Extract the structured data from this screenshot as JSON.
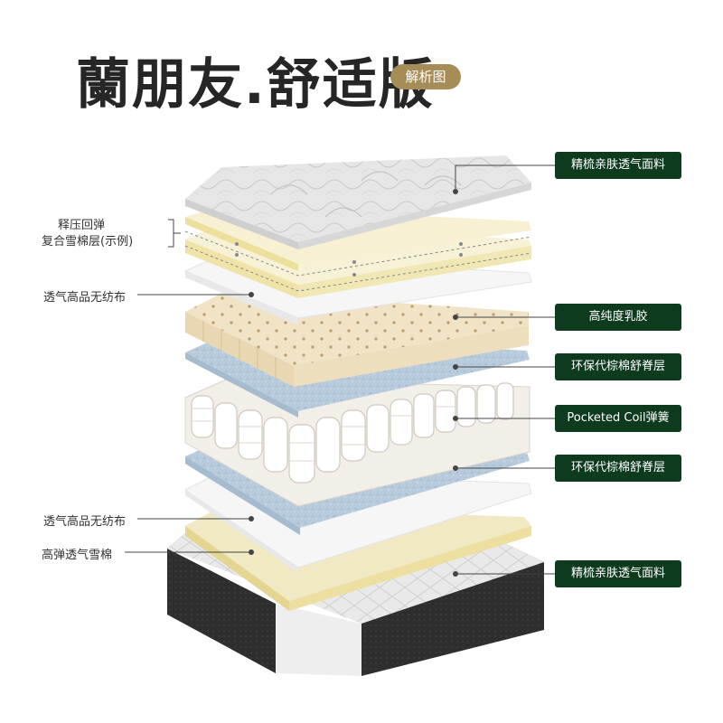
{
  "header": {
    "title": "蘭朋友.舒适版",
    "badge": "解析图"
  },
  "labels_left": {
    "top_line1": "释压回弹",
    "top_line2": "复合雪棉层(示例)",
    "nonwoven_upper": "透气高品无纺布",
    "nonwoven_lower": "透气高品无纺布",
    "foam_lower": "高弹透气雪棉"
  },
  "labels_right": {
    "fabric_top": "精梳亲肤透气面料",
    "latex": "高纯度乳胶",
    "palm_upper": "环保代棕棉舒脊层",
    "coil": "Pocketed Coil弹簧",
    "palm_lower": "环保代棕棉舒脊层",
    "fabric_bottom": "精梳亲肤透气面料"
  },
  "colors": {
    "badge": "#a68c57",
    "right_label_bg": "#0e3a1e",
    "title": "#262626"
  }
}
